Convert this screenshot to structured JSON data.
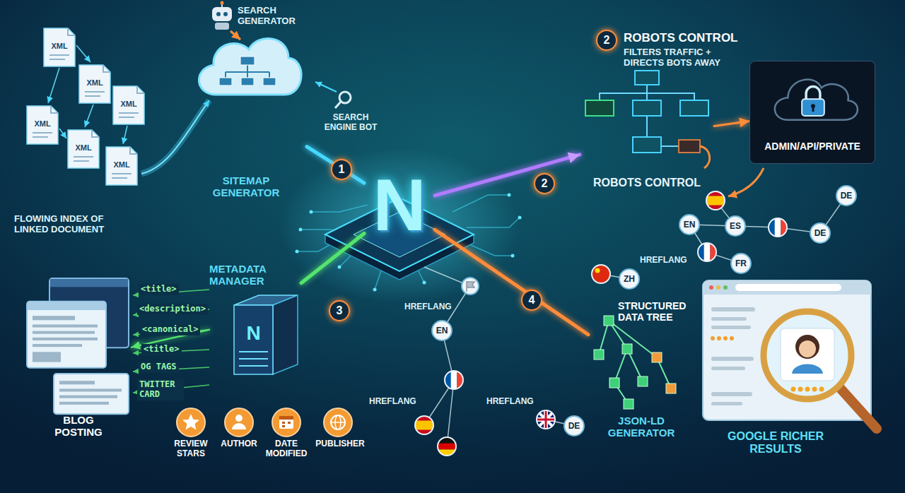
{
  "diagram": {
    "nodes": [
      {
        "text": [
          "SITEMAP GENERATOR"
        ]
      },
      {
        "text": [
          "N"
        ]
      },
      {
        "text": [
          "ROBOTS CONTROL"
        ]
      },
      {
        "text": [
          "ADMIN/API/PRIVATE"
        ]
      },
      {
        "text": [
          "METADATA MANAGER",
          "N"
        ]
      },
      {
        "text": [
          "BLOG POSTING"
        ]
      },
      {
        "text": [
          "STRUCTURED DATA TREE",
          "JSON-LD GENERATOR"
        ]
      },
      {
        "text": [
          "GOOGLE RICHER RESULTS"
        ]
      }
    ],
    "edges": [
      {
        "from": 1,
        "to": 0,
        "arrow": "none"
      },
      {
        "from": 1,
        "to": 2,
        "arrow": "to"
      },
      {
        "from": 1,
        "to": 4,
        "arrow": "none"
      },
      {
        "from": 1,
        "to": 6,
        "arrow": "none"
      },
      {
        "from": 2,
        "to": 3,
        "arrow": "to"
      },
      {
        "from": 4,
        "to": 5,
        "arrow": "to"
      }
    ],
    "labels": [
      "SEARCH GENERATOR",
      "XML",
      "XML",
      "XML",
      "XML",
      "XML",
      "XML",
      "SEARCH ENGINE BOT",
      "FLOWING INDEX OF LINKED DOCUMENT",
      "1",
      "2",
      "ROBOTS CONTROL",
      "FILTERS TRAFFIC + DIRECTS BOTS AWAY",
      "2",
      "DE",
      "EN",
      "ES",
      "DE",
      "HREFLANG",
      "FR",
      "ZH",
      "<title>",
      "<description>",
      "<canonical>",
      "<title>",
      "OG TAGS",
      "TWITTER CARD",
      "3",
      "4",
      "HREFLANG",
      "EN",
      "REVIEW STARS",
      "AUTHOR",
      "DATE MODIFIED",
      "PUBLISHER",
      "HREFLANG",
      "HREFLANG",
      "DE"
    ]
  }
}
